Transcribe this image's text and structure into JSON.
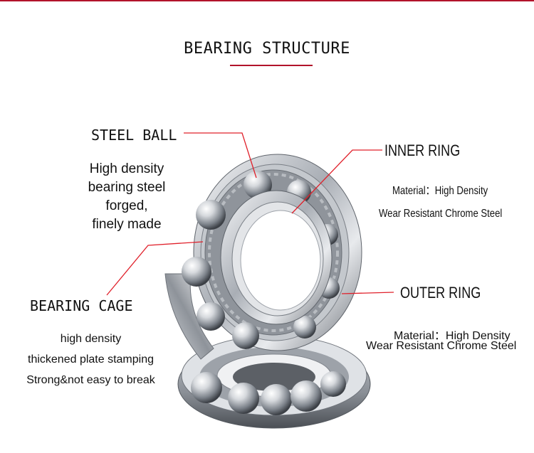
{
  "title": "BEARING STRUCTURE",
  "steel_ball": {
    "label": "STEEL BALL",
    "lines": [
      "High density",
      "bearing steel",
      "forged,",
      "finely made"
    ]
  },
  "inner_ring": {
    "label": "INNER RING",
    "line1": "Material：High Density",
    "line2": "Wear Resistant Chrome Steel"
  },
  "outer_ring": {
    "label": "OUTER RING",
    "line1": "Material：High Density",
    "line2": "Wear Resistant Chrome Steel"
  },
  "bearing_cage": {
    "label": "BEARING CAGE",
    "lines": [
      "high density",
      "thickened plate stamping",
      "Strong&not easy to break"
    ]
  },
  "colors": {
    "accent": "#b2132a",
    "leader": "#e0202a",
    "steel_light": "#f2f3f5",
    "steel_dark": "#6d7279"
  }
}
